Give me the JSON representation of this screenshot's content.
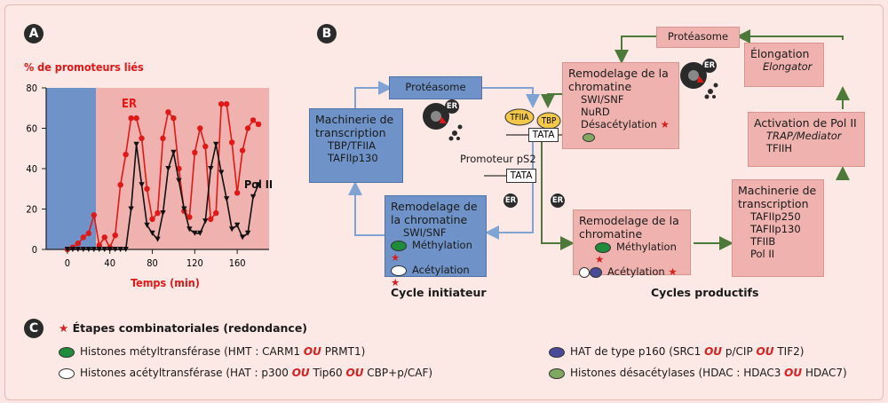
{
  "panels": {
    "a": "A",
    "b": "B",
    "c": "C"
  },
  "chart_data": {
    "type": "line",
    "ylabel": "% de promoteurs liés",
    "xlabel": "Temps (min)",
    "xticks": [
      0,
      40,
      80,
      120,
      160
    ],
    "yticks": [
      0,
      20,
      40,
      60,
      80
    ],
    "xlim": [
      -20,
      190
    ],
    "ylim": [
      0,
      80
    ],
    "shaded_regions": [
      {
        "from": -20,
        "to": 27,
        "color": "#6f93c8"
      },
      {
        "from": 27,
        "to": 190,
        "color": "#efb2ae"
      }
    ],
    "series": [
      {
        "name": "ER",
        "color": "#e01818",
        "marker": "circle",
        "x": [
          0,
          5,
          10,
          15,
          20,
          25,
          30,
          35,
          40,
          45,
          50,
          55,
          60,
          65,
          70,
          75,
          80,
          85,
          90,
          95,
          100,
          105,
          110,
          115,
          120,
          125,
          130,
          135,
          140,
          145,
          150,
          155,
          160,
          165,
          170,
          175,
          180
        ],
        "y": [
          0,
          1,
          3,
          6,
          8,
          17,
          2,
          6,
          1,
          7,
          32,
          47,
          65,
          65,
          55,
          30,
          15,
          18,
          55,
          68,
          65,
          40,
          19,
          16,
          48,
          60,
          51,
          15,
          18,
          72,
          72,
          53,
          28,
          49,
          60,
          64,
          62
        ]
      },
      {
        "name": "Pol II",
        "color": "#111111",
        "marker": "triangle",
        "x": [
          0,
          5,
          10,
          15,
          20,
          25,
          30,
          35,
          40,
          45,
          50,
          55,
          60,
          65,
          70,
          75,
          80,
          85,
          90,
          95,
          100,
          105,
          110,
          115,
          120,
          125,
          130,
          135,
          140,
          145,
          150,
          155,
          160,
          165,
          170,
          175,
          180
        ],
        "y": [
          0,
          0,
          0,
          0,
          0,
          0,
          0,
          0,
          0,
          0,
          0,
          0,
          20,
          52,
          32,
          12,
          8,
          5,
          18,
          40,
          48,
          34,
          20,
          10,
          8,
          8,
          14,
          40,
          52,
          38,
          25,
          10,
          12,
          6,
          8,
          26,
          32
        ]
      }
    ]
  },
  "diagram": {
    "proteasome_left": "Protéasome",
    "proteasome_right": "Protéasome",
    "machinerie_left": {
      "title": "Machinerie de transcription",
      "l1": "TBP/TFIIA",
      "l2": "TAFIIp130"
    },
    "remod_left": {
      "title": "Remodelage de la chromatine",
      "l1": "SWI/SNF",
      "l2": "Méthylation",
      "l3": "Acétylation"
    },
    "remod_top": {
      "title": "Remodelage de la chromatine",
      "l1": "SWI/SNF",
      "l2": "NuRD",
      "l3": "Désacétylation"
    },
    "remod_bottom": {
      "title": "Remodelage de la chromatine",
      "l1": "Méthylation",
      "l2": "Acétylation"
    },
    "elongation": {
      "title": "Élongation",
      "l1": "Elongator"
    },
    "activation": {
      "title": "Activation de Pol II",
      "l1": "TRAP/Mediator",
      "l2": "TFIIH"
    },
    "machinerie_right": {
      "title": "Machinerie de transcription",
      "l1": "TAFIIp250",
      "l2": "TAFIIp130",
      "l3": "TFIIB",
      "l4": "Pol II"
    },
    "tfiia": "TFIIA",
    "tbp": "TBP",
    "tata": "TATA",
    "promoteur": "Promoteur pS2",
    "er": "ER",
    "cycle_init": "Cycle initiateur",
    "cycle_prod": "Cycles productifs",
    "colors": {
      "blue": "#6f93c8",
      "pink": "#efb2ae",
      "arrow_blue": "#7fa4d4",
      "arrow_green": "#4d7a3a"
    }
  },
  "legend": {
    "title": "Étapes combinatoriales (redondance)",
    "hmt": "Histones métyltransférase (HMT : CARM1",
    "hmt2": "PRMT1)",
    "hat": "Histones acétyltransférase (HAT : p300",
    "hat2": "Tip60",
    "hat3": "CBP+p/CAF)",
    "p160": "HAT de type p160 (SRC1",
    "p160b": "p/CIP",
    "p160c": "TIF2)",
    "hdac": "Histones désacétylases (HDAC : HDAC3",
    "hdac2": "HDAC7)",
    "ou": "OU"
  }
}
